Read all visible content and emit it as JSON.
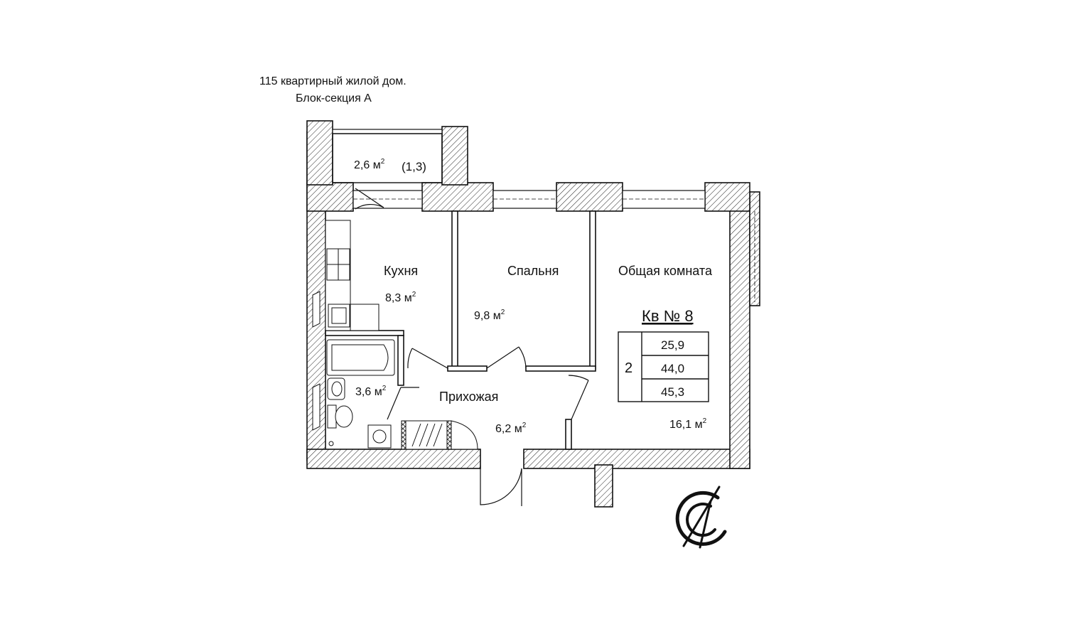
{
  "header": {
    "line1": "115 квартирный жилой дом.",
    "line2": "Блок-секция А"
  },
  "balcony": {
    "area": "2,6 м",
    "sup": "2",
    "coef": "(1,3)"
  },
  "rooms": {
    "kitchen": {
      "label": "Кухня",
      "area": "8,3 м",
      "sup": "2"
    },
    "bedroom": {
      "label": "Спальня",
      "area": "9,8 м",
      "sup": "2"
    },
    "living": {
      "label": "Общая комната",
      "area": "16,1 м",
      "sup": "2"
    },
    "bathroom": {
      "area": "3,6 м",
      "sup": "2"
    },
    "hall": {
      "label": "Прихожая",
      "area": "6,2 м",
      "sup": "2"
    }
  },
  "apartment": {
    "title": "Кв № 8",
    "rooms_count": "2",
    "living_area": "25,9",
    "total_area": "44,0",
    "total_with_balcony": "45,3"
  },
  "logo": {
    "name": "company-logo-icon"
  }
}
